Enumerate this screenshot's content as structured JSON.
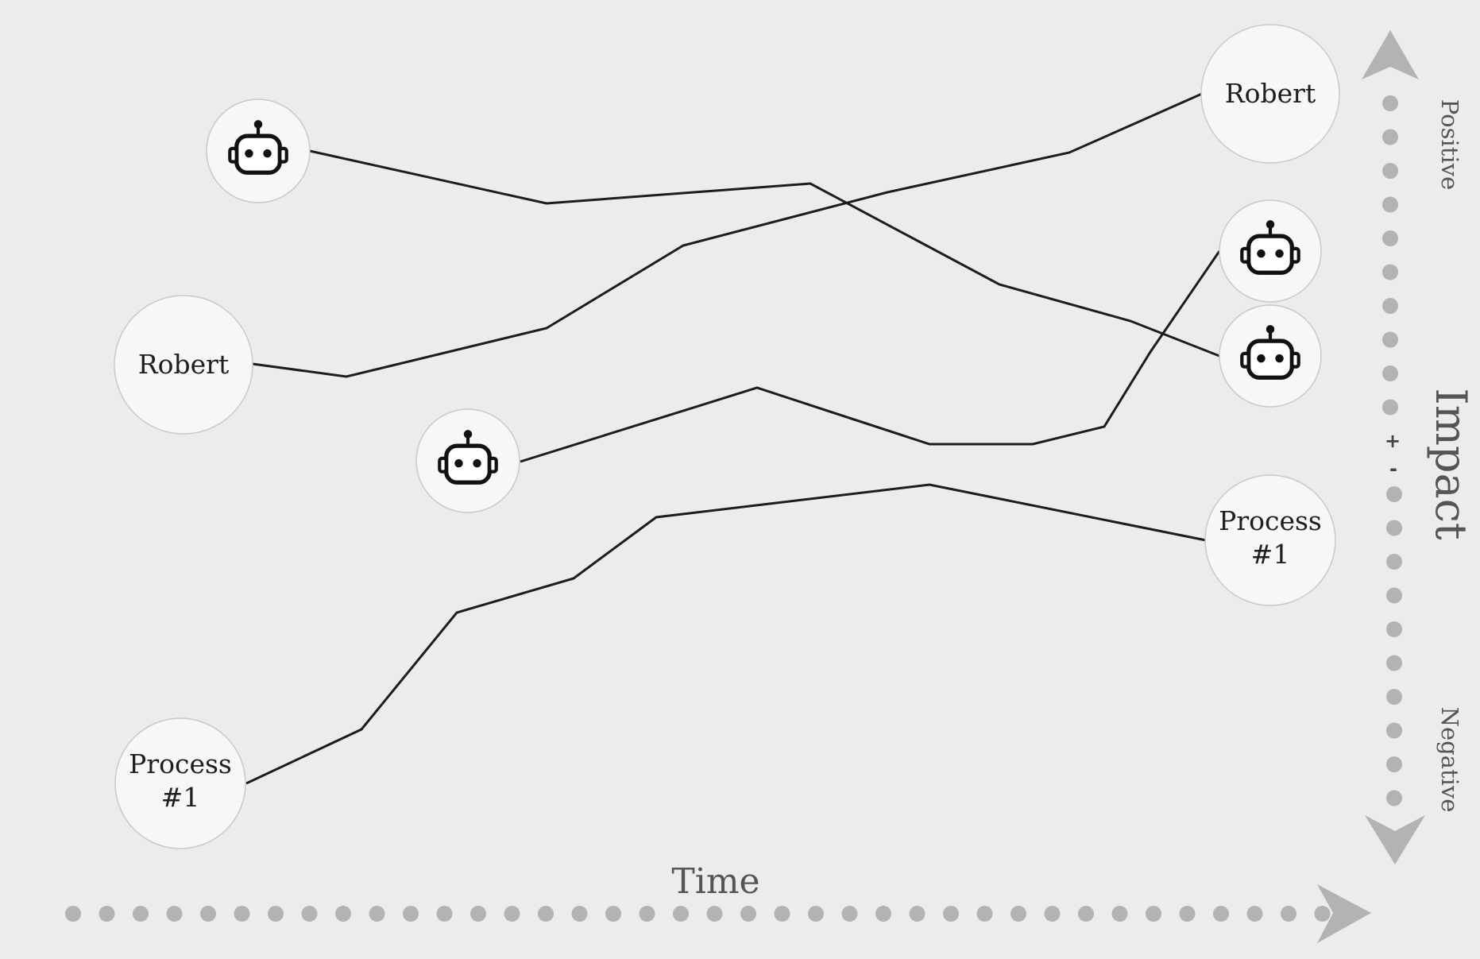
{
  "axes": {
    "x_title": "Time",
    "y_title": "Impact",
    "y_top": "Positive",
    "y_bottom": "Negative",
    "y_plus": "+",
    "y_minus": "-"
  },
  "nodes": [
    {
      "id": "n1",
      "kind": "robot"
    },
    {
      "id": "n2",
      "kind": "text",
      "lines": [
        "Robert"
      ]
    },
    {
      "id": "n3",
      "kind": "robot"
    },
    {
      "id": "n4",
      "kind": "text",
      "lines": [
        "Process",
        "#1"
      ]
    },
    {
      "id": "n5",
      "kind": "text",
      "lines": [
        "Robert"
      ]
    },
    {
      "id": "n6",
      "kind": "robot"
    },
    {
      "id": "n7",
      "kind": "robot"
    },
    {
      "id": "n8",
      "kind": "text",
      "lines": [
        "Process",
        "#1"
      ]
    }
  ],
  "connections": [
    {
      "from": "n1",
      "to": "n7"
    },
    {
      "from": "n2",
      "to": "n5"
    },
    {
      "from": "n3",
      "to": "n6"
    },
    {
      "from": "n4",
      "to": "n8"
    }
  ],
  "colors": {
    "background": "#ececec",
    "line": "#1c1c1c",
    "axis": "#b3b3b3",
    "node_fill": "#f7f7f7"
  }
}
